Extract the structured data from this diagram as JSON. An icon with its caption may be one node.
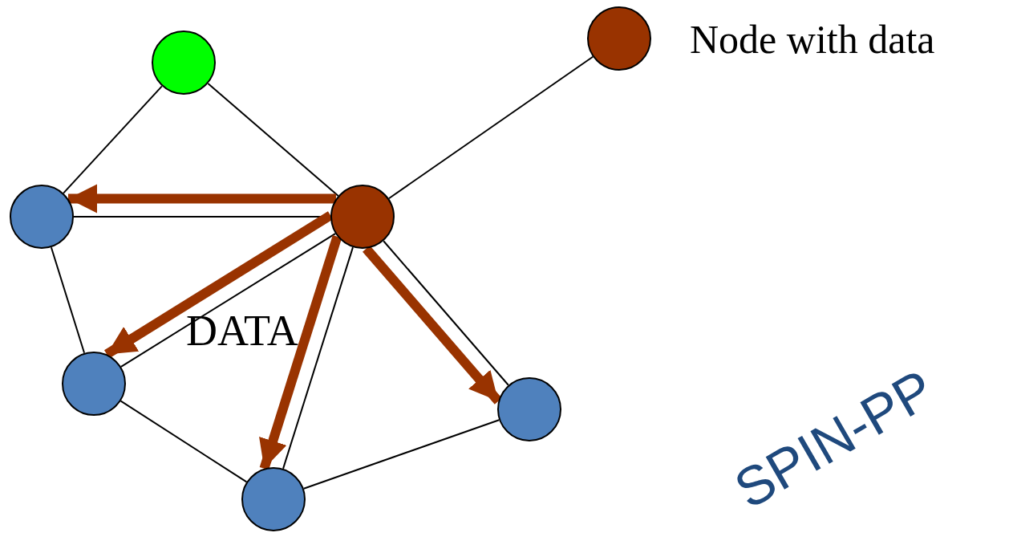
{
  "diagram": {
    "nodes": [
      {
        "text": [],
        "shape": "circle"
      },
      {
        "text": [],
        "shape": "circle",
        "beside": [
          "Node with data"
        ]
      },
      {
        "text": [],
        "shape": "circle"
      },
      {
        "text": [],
        "shape": "circle"
      },
      {
        "text": [],
        "shape": "circle"
      },
      {
        "text": [],
        "shape": "circle"
      },
      {
        "text": [],
        "shape": "circle"
      }
    ],
    "edges": [
      {
        "from": 0,
        "to": 2,
        "arrow": "none"
      },
      {
        "from": 0,
        "to": 3,
        "arrow": "none"
      },
      {
        "from": 1,
        "to": 3,
        "arrow": "none"
      },
      {
        "from": 2,
        "to": 3,
        "arrow": "none"
      },
      {
        "from": 2,
        "to": 4,
        "arrow": "none"
      },
      {
        "from": 3,
        "to": 4,
        "arrow": "none"
      },
      {
        "from": 3,
        "to": 6,
        "arrow": "none"
      },
      {
        "from": 3,
        "to": 5,
        "arrow": "none"
      },
      {
        "from": 4,
        "to": 6,
        "arrow": "none"
      },
      {
        "from": 6,
        "to": 5,
        "arrow": "none"
      },
      {
        "from": 3,
        "to": 2,
        "arrow": "to",
        "style": "thick",
        "color": "#993300"
      },
      {
        "from": 3,
        "to": 4,
        "arrow": "to",
        "style": "thick",
        "color": "#993300"
      },
      {
        "from": 3,
        "to": 6,
        "arrow": "to",
        "style": "thick",
        "color": "#993300"
      },
      {
        "from": 3,
        "to": 5,
        "arrow": "to",
        "style": "thick",
        "color": "#993300"
      }
    ],
    "labels": [
      "DATA",
      "SPIN-PP"
    ]
  }
}
